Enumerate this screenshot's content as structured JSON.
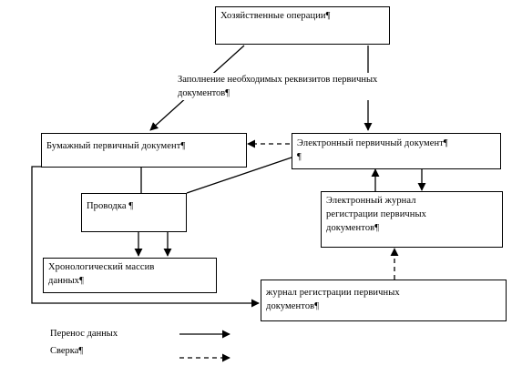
{
  "nodes": {
    "ops": "Хозяйственные операции¶",
    "paper": "Бумажный первичный документ¶",
    "edoc_line1": "Электронный первичный документ¶",
    "edoc_line2": "¶",
    "provodka": "Проводка ¶",
    "ejournal_line1": "Электронный журнал",
    "ejournal_line2": "регистрации первичных",
    "ejournal_line3": "документов¶",
    "chrono_line1": "Хронологический массив",
    "chrono_line2": "данных¶",
    "journal_line1": "журнал регистрации первичных",
    "journal_line2": "документов¶"
  },
  "annotation": {
    "line1": "Заполнение необходимых реквизитов первичных",
    "line2": "документов¶"
  },
  "legend": {
    "transfer": "Перенос данных",
    "check": "Сверка¶"
  },
  "colors": {
    "stroke": "#000000",
    "background": "#ffffff"
  }
}
